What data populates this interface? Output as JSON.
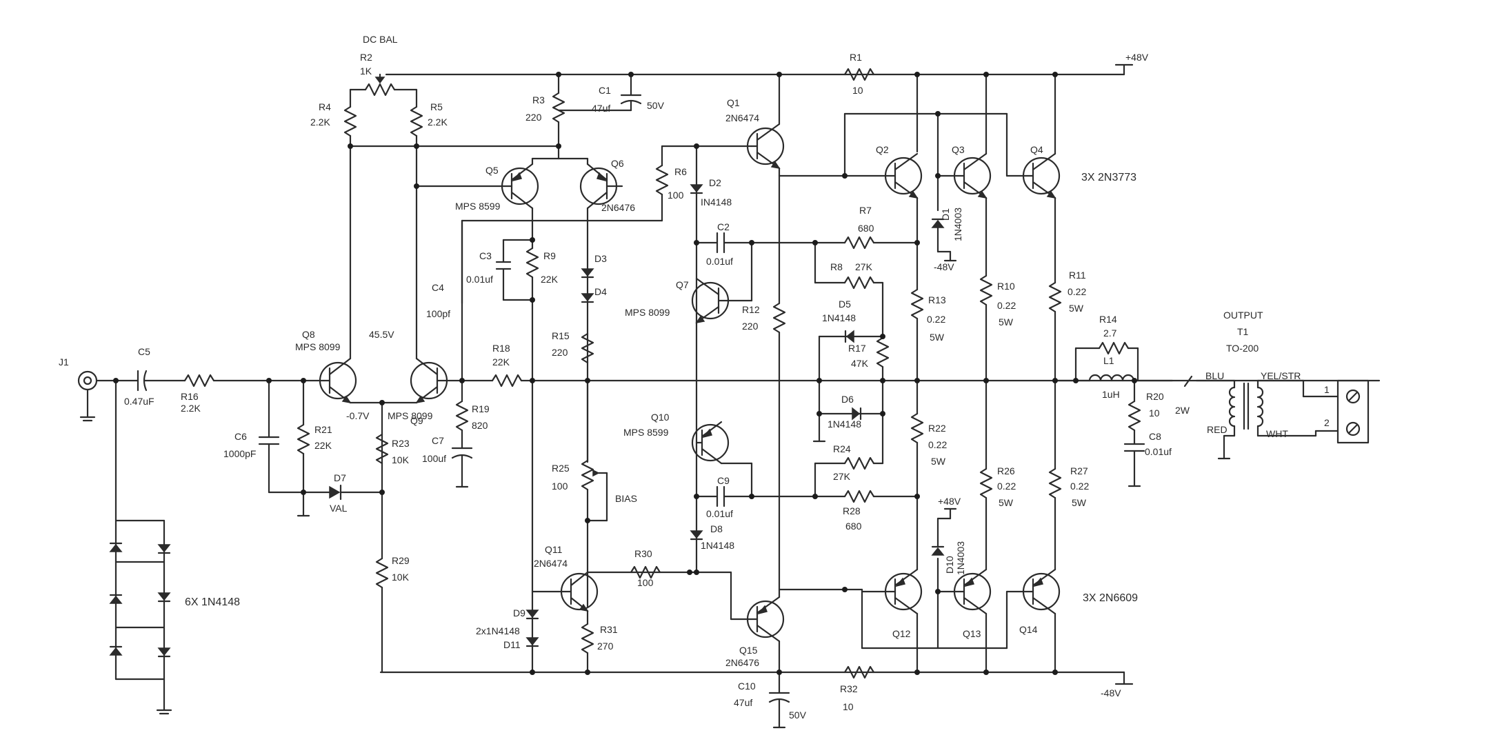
{
  "supply": {
    "pos": "+48V",
    "neg": "-48V"
  },
  "labels": {
    "dc_bal": "DC BAL",
    "j1": "J1",
    "c5": "C5",
    "c5_val": "0.47uF",
    "r16": "R16",
    "r16_val": "2.2K",
    "c6": "C6",
    "c6_val": "1000pF",
    "r21": "R21",
    "r21_val": "22K",
    "d7": "D7",
    "d7_val": "VAL",
    "q8": "Q8",
    "q8_part": "MPS 8099",
    "q9": "Q9",
    "q9_part": "MPS 8099",
    "v_455": "45.5V",
    "v_07": "-0.7V",
    "r23": "R23",
    "r23_val": "10K",
    "r29": "R29",
    "r29_val": "10K",
    "diodes_6x": "6X 1N4148",
    "r2": "R2",
    "r2_val": "1K",
    "r4": "R4",
    "r4_val": "2.2K",
    "r5": "R5",
    "r5_val": "2.2K",
    "r3": "R3",
    "r3_val": "220",
    "c1": "C1",
    "c1_val": "47uf",
    "c1_v": "50V",
    "q5": "Q5",
    "q5_part": "MPS 8599",
    "q6": "Q6",
    "q6_part": "2N6476",
    "r6": "R6",
    "r6_val": "100",
    "c3": "C3",
    "c3_val": "0.01uf",
    "r9": "R9",
    "r9_val": "22K",
    "c4": "C4",
    "c4_val": "100pf",
    "r18": "R18",
    "r18_val": "22K",
    "r19": "R19",
    "r19_val": "820",
    "c7": "C7",
    "c7_val": "100uf",
    "d3": "D3",
    "d4": "D4",
    "r15": "R15",
    "r15_val": "220",
    "r25": "R25",
    "r25_val": "100",
    "bias": "BIAS",
    "q11": "Q11",
    "q11_part": "2N6474",
    "d9": "D9",
    "d9_val": "2x1N4148",
    "d11": "D11",
    "r31": "R31",
    "r31_val": "270",
    "r30": "R30",
    "r30_val": "100",
    "q1": "Q1",
    "q1_part": "2N6474",
    "d2": "D2",
    "d2_val": "IN4148",
    "c2": "C2",
    "c2_val": "0.01uf",
    "q7": "Q7",
    "q7_part": "MPS 8099",
    "r12": "R12",
    "r12_val": "220",
    "q10": "Q10",
    "q10_part": "MPS 8599",
    "c9": "C9",
    "c9_val": "0.01uf",
    "d8": "D8",
    "d8_val": "1N4148",
    "q15": "Q15",
    "q15_part": "2N6476",
    "c10": "C10",
    "c10_val": "47uf",
    "c10_v": "50V",
    "r1": "R1",
    "r1_val": "10",
    "r7": "R7",
    "r7_val": "680",
    "r8": "R8",
    "r8_val": "27K",
    "d5": "D5",
    "d5_val": "1N4148",
    "r17": "R17",
    "r17_val": "47K",
    "d6": "D6",
    "d6_val": "1N4148",
    "r24": "R24",
    "r24_val": "27K",
    "r28": "R28",
    "r28_val": "680",
    "r32": "R32",
    "r32_val": "10",
    "q2": "Q2",
    "q3": "Q3",
    "q4": "Q4",
    "top_outputs": "3X 2N3773",
    "q12": "Q12",
    "q13": "Q13",
    "q14": "Q14",
    "bot_outputs": "3X 2N6609",
    "d1": "D1",
    "d1_val": "1N4003",
    "d10": "D10",
    "d10_val": "1N4003",
    "r13": "R13",
    "r13_val": "0.22",
    "r13_w": "5W",
    "r10": "R10",
    "r10_val": "0.22",
    "r10_w": "5W",
    "r11": "R11",
    "r11_val": "0.22",
    "r11_w": "5W",
    "r22": "R22",
    "r22_val": "0.22",
    "r22_w": "5W",
    "r26": "R26",
    "r26_val": "0.22",
    "r26_w": "5W",
    "r27": "R27",
    "r27_val": "0.22",
    "r27_w": "5W",
    "r14": "R14",
    "r14_val": "2.7",
    "l1": "L1",
    "l1_val": "1uH",
    "r20": "R20",
    "r20_val": "10",
    "r20_w": "2W",
    "c8": "C8",
    "c8_val": "0.01uf",
    "output": "OUTPUT",
    "t1": "T1",
    "t1_val": "TO-200",
    "blu": "BLU",
    "red": "RED",
    "yel": "YEL/STR",
    "wht": "WHT",
    "pin1": "1",
    "pin2": "2"
  }
}
